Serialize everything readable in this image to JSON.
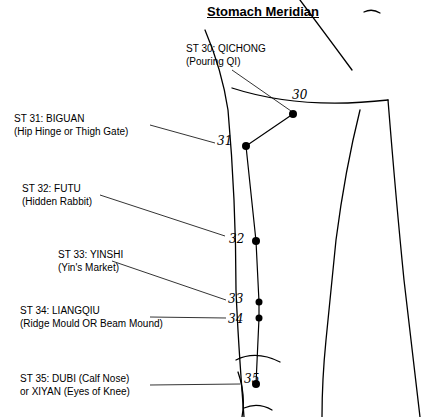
{
  "diagram": {
    "title": "Stomach Meridian",
    "labels": [
      "ST 30: QICHONG",
      "(Pouring QI)",
      "30",
      "ST 31: BIGUAN",
      "(Hip Hinge or Thigh Gate)",
      "31",
      "ST 32: FUTU",
      "(Hidden Rabbit)",
      "32",
      "ST 33: YINSHI",
      "(Yin's Market)",
      "33",
      "ST 34: LIANGQIU",
      "(Ridge Mould OR Beam Mound)",
      "34",
      "ST 35: DUBI (Calf Nose)",
      "or XIYAN (Eyes of Knee)",
      "35"
    ]
  }
}
